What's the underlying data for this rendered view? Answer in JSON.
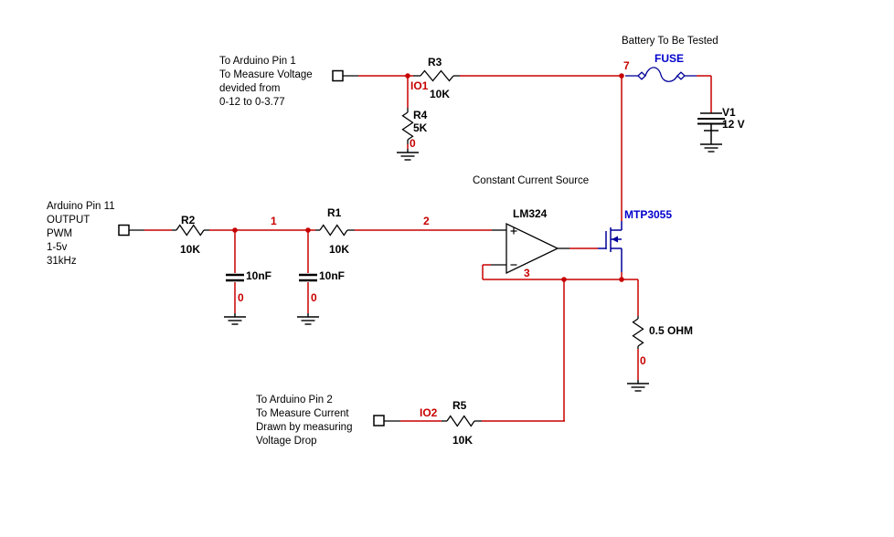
{
  "colors": {
    "wire_red": "#c80000",
    "symbol_black": "#000000",
    "device_blue": "#000099",
    "label_blue": "#0000cc",
    "background": "#ffffff"
  },
  "notes": {
    "pin1": [
      "To Arduino Pin 1",
      "To Measure Voltage",
      "devided from",
      "0-12 to 0-3.77"
    ],
    "pin11": [
      "Arduino Pin 11",
      "OUTPUT",
      "PWM",
      "1-5v",
      "31kHz"
    ],
    "pin2": [
      "To Arduino Pin 2",
      "To Measure Current",
      "Drawn by measuring",
      "Voltage Drop"
    ],
    "battery_title": "Battery To Be Tested",
    "ccs_title": "Constant Current Source"
  },
  "components": {
    "r1": {
      "ref": "R1",
      "value": "10K"
    },
    "r2": {
      "ref": "R2",
      "value": "10K"
    },
    "r3": {
      "ref": "R3",
      "value": "10K"
    },
    "r4": {
      "ref": "R4",
      "value": "5K"
    },
    "r5": {
      "ref": "R5",
      "value": "10K"
    },
    "rsense": {
      "value": "0.5 OHM"
    },
    "c1": {
      "value": "10nF"
    },
    "c2": {
      "value": "10nF"
    },
    "v1": {
      "ref": "V1",
      "value": "12 V"
    },
    "fuse": {
      "label": "FUSE"
    },
    "opamp": {
      "label": "LM324"
    },
    "mosfet": {
      "label": "MTP3055"
    }
  },
  "nets": {
    "n7": "7",
    "n1": "1",
    "n2": "2",
    "n3": "3",
    "io1": "IO1",
    "io2": "IO2",
    "gnd": "0"
  }
}
